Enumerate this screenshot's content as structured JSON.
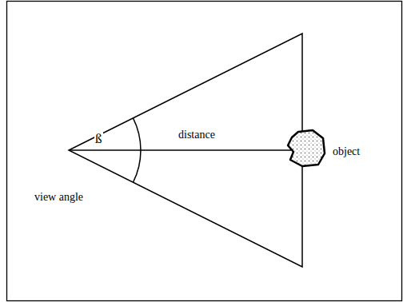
{
  "diagram": {
    "labels": [
      "ß",
      "distance",
      "object",
      "view angle"
    ]
  }
}
